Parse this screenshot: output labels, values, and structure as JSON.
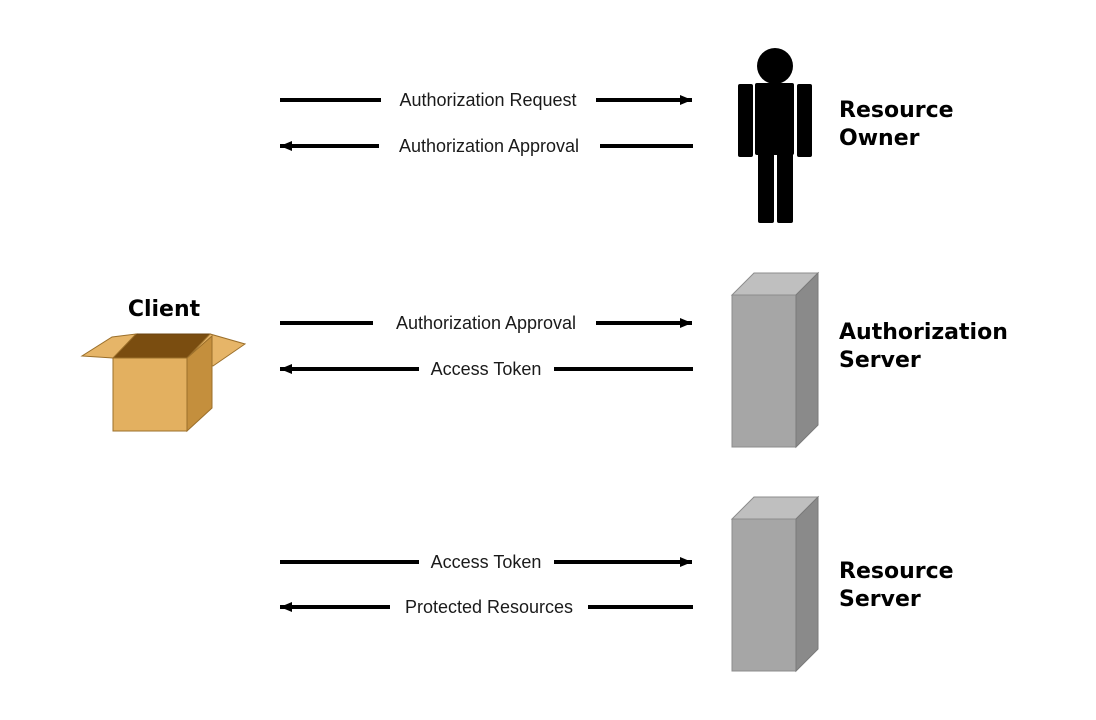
{
  "actors": {
    "client": {
      "name": "Client",
      "icon": "open-box-icon"
    },
    "resource_owner": {
      "name_line1": "Resource",
      "name_line2": "Owner",
      "icon": "person-icon"
    },
    "authorization_server": {
      "name_line1": "Authorization",
      "name_line2": "Server",
      "icon": "server-icon"
    },
    "resource_server": {
      "name_line1": "Resource",
      "name_line2": "Server",
      "icon": "server-icon"
    }
  },
  "flows": {
    "owner_request": {
      "label": "Authorization Request",
      "direction": "right"
    },
    "owner_approval": {
      "label": "Authorization Approval",
      "direction": "left"
    },
    "auth_approval": {
      "label": "Authorization Approval",
      "direction": "right"
    },
    "auth_token": {
      "label": "Access Token",
      "direction": "left"
    },
    "res_token": {
      "label": "Access Token",
      "direction": "right"
    },
    "res_protected": {
      "label": "Protected Resources",
      "direction": "left"
    }
  },
  "colors": {
    "arrow": "#000000",
    "person": "#000000",
    "server_front": "#a6a6a6",
    "server_top": "#bfbfbf",
    "server_side": "#8a8a8a",
    "box_front": "#e3b060",
    "box_side": "#c48f3d",
    "box_inside": "#7a4d10"
  }
}
